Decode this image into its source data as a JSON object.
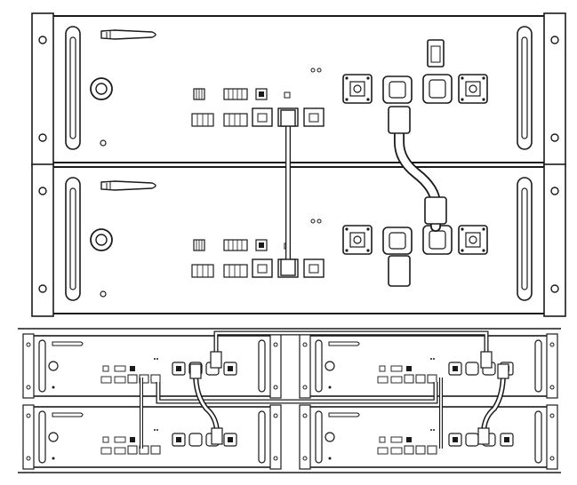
{
  "figure": {
    "kind": "battery-module-wiring-illustration",
    "line_color": "#1a1a1a",
    "fill_color": "#ffffff",
    "accent_fill": "#e8e8e8"
  },
  "top_assembly": {
    "modules": [
      {
        "id": "upper-module"
      },
      {
        "id": "lower-module"
      }
    ]
  },
  "bottom_assembly": {
    "groups": [
      {
        "id": "left-stack",
        "modules": [
          {
            "id": "left-top"
          },
          {
            "id": "left-bottom"
          }
        ]
      },
      {
        "id": "right-stack",
        "modules": [
          {
            "id": "right-top"
          },
          {
            "id": "right-bottom"
          }
        ]
      }
    ]
  }
}
